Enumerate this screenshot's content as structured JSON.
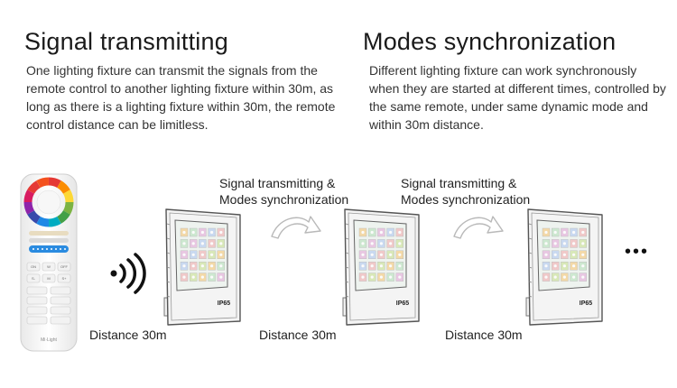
{
  "left_section": {
    "title": "Signal transmitting",
    "body": "One lighting fixture can transmit the signals from the remote control to another lighting fixture within 30m, as long as there is a lighting fixture within 30m, the remote control distance can be limitless."
  },
  "right_section": {
    "title": "Modes synchronization",
    "body": "Different lighting fixture can work synchronously when they are started at different times, controlled by the same remote, under same dynamic mode and within 30m distance."
  },
  "diagram": {
    "arrow_captions": [
      {
        "line1": "Signal transmitting &",
        "line2": "Modes synchronization"
      },
      {
        "line1": "Signal transmitting &",
        "line2": "Modes synchronization"
      }
    ],
    "distance_labels": [
      "Distance 30m",
      "Distance 30m",
      "Distance 30m"
    ],
    "fixture_rating": "IP65",
    "remote": {
      "brand": "Mi·Light",
      "buttons_row1": [
        "ON",
        "W",
        "OFF"
      ],
      "buttons_row2": [
        "S-",
        "M",
        "S+"
      ]
    },
    "continuation": "•••"
  }
}
